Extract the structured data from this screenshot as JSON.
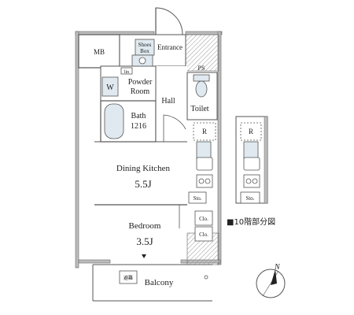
{
  "rooms": {
    "mb": "MB",
    "shoes_box_line1": "Shoes",
    "shoes_box_line2": "Box",
    "entrance": "Entrance",
    "linen": "lin",
    "ps": "PS",
    "washer": "W",
    "powder_room_line1": "Powder",
    "powder_room_line2": "Room",
    "hall": "Hall",
    "toilet": "Toilet",
    "bath_line1": "Bath",
    "bath_line2": "1216",
    "refrigerator": "R",
    "dining_kitchen": "Dining Kitchen",
    "dining_kitchen_size": "5.5J",
    "storage": "Sto.",
    "bedroom": "Bedroom",
    "bedroom_size": "3.5J",
    "closet_1": "Clo.",
    "closet_2": "Clo.",
    "balcony": "Balcony",
    "balcony_hatch": "避難"
  },
  "partial": {
    "refrigerator": "R",
    "storage": "Sto.",
    "caption": "■10階部分図"
  },
  "compass": {
    "north": "N"
  }
}
